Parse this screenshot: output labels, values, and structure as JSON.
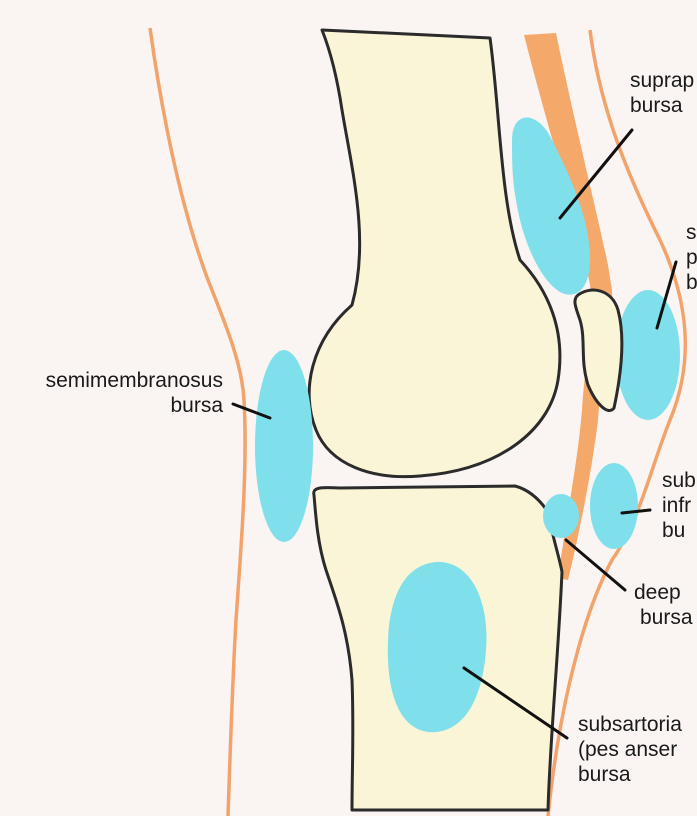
{
  "colors": {
    "background": "#faf4f2",
    "bone_fill": "#fbf5d8",
    "outline": "#2b2b2b",
    "bursa": "#7fe0ec",
    "skin": "#f2a36b",
    "tendon": "#f4a96a"
  },
  "labels": {
    "suprapatellar": [
      "suprap",
      "bursa"
    ],
    "prepatellar": [
      "s",
      "p",
      "b"
    ],
    "semimembranosus": [
      "semimembranosus",
      "bursa"
    ],
    "infrapatellar_sub": [
      "sub",
      "infr",
      "bu"
    ],
    "deep_infrapatellar": [
      "deep",
      "bursa"
    ],
    "subsartorial": [
      "subsartoria",
      "(pes anser",
      "bursa"
    ]
  }
}
